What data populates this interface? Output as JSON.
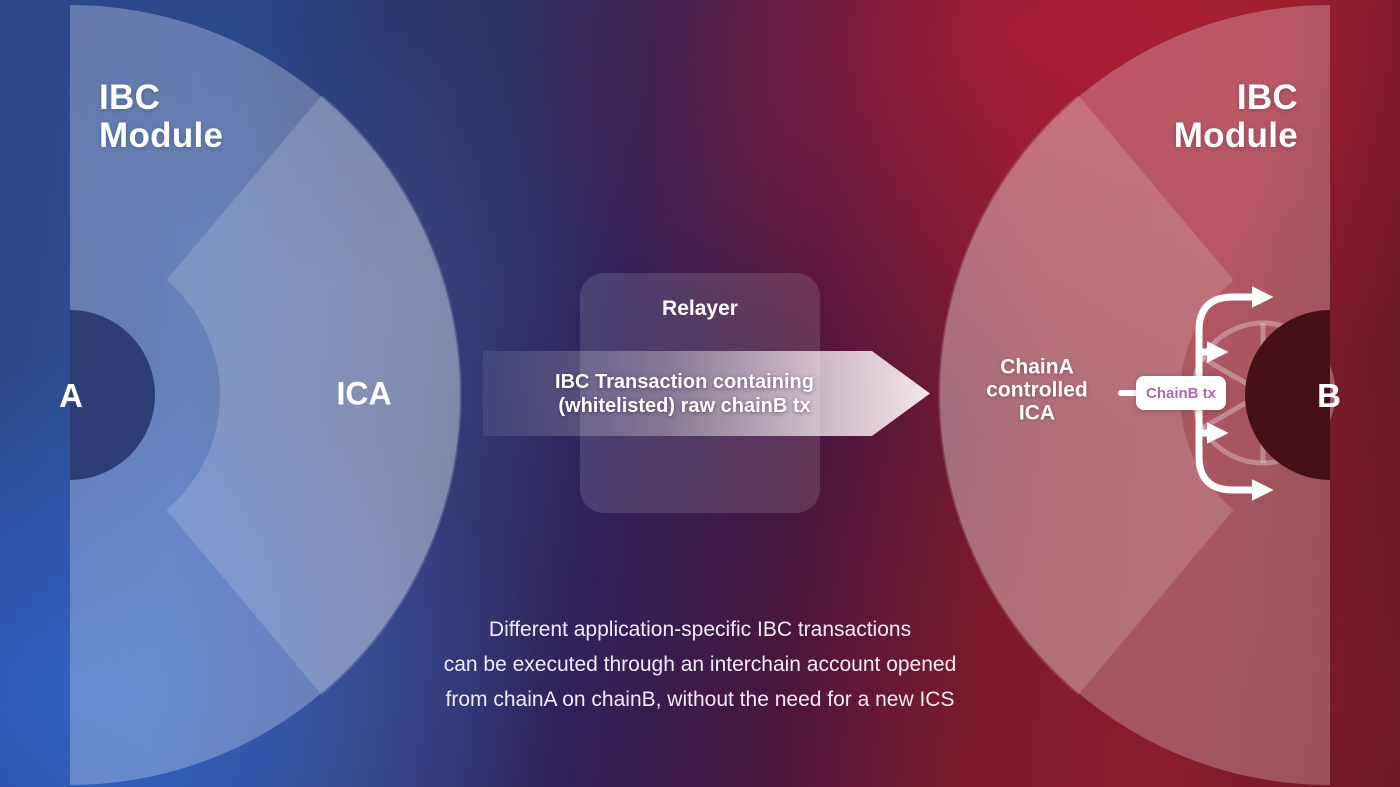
{
  "colors": {
    "chain_a_side": "#30549e",
    "chain_b_side": "#8e1e2c",
    "center_blend": "#481640",
    "badge_background": "#ffffff",
    "badge_text": "#b066ae",
    "diagram_text": "#ffffff"
  },
  "chain_a": {
    "module_lines": [
      "IBC",
      "Module"
    ],
    "node_label": "A",
    "ica_label": "ICA"
  },
  "relayer": {
    "label": "Relayer",
    "arrow_lines": [
      "IBC Transaction containing",
      "(whitelisted) raw chainB tx"
    ]
  },
  "chain_b": {
    "module_lines": [
      "IBC",
      "Module"
    ],
    "node_label": "B",
    "ica_lines": [
      "ChainA",
      "controlled",
      "ICA"
    ],
    "tx_badge_label": "ChainB tx"
  },
  "caption": {
    "lines": [
      "Different application-specific IBC transactions",
      "can be executed through an interchain account opened",
      "from chainA on chainB, without the need for a new ICS"
    ]
  }
}
